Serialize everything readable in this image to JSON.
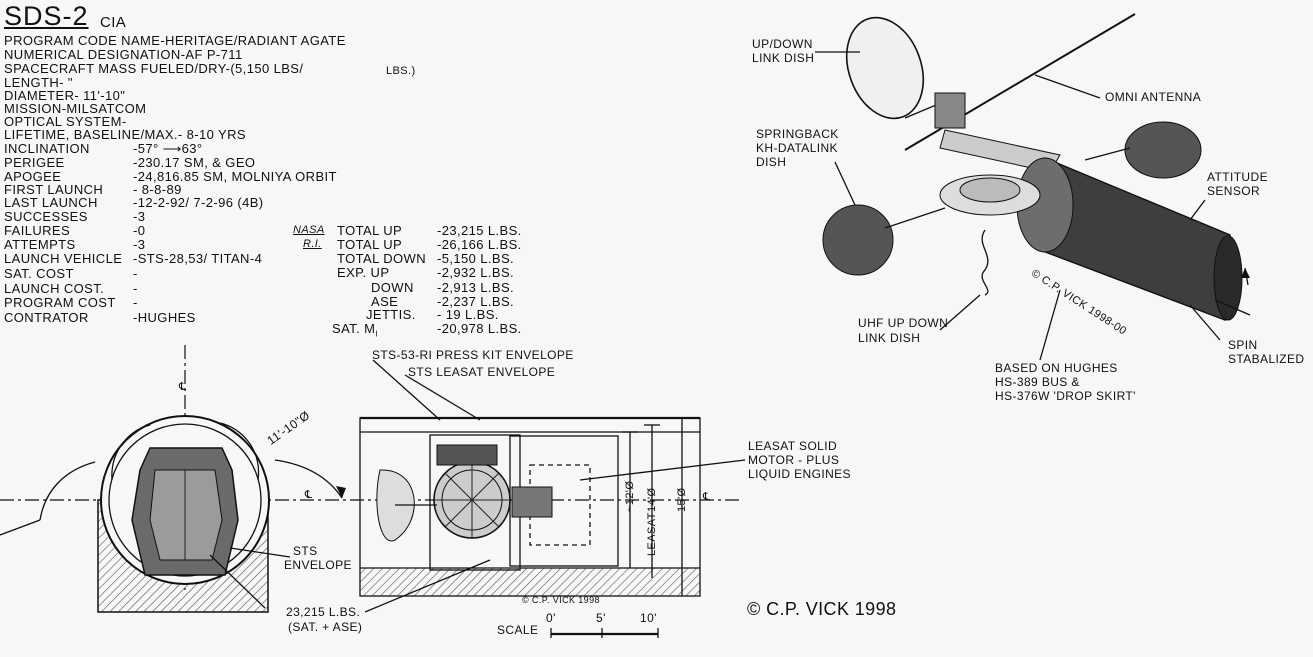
{
  "title": "SDS-2",
  "agency": "CIA",
  "specs": [
    {
      "label": "PROGRAM CODE NAME",
      "value": "-HERITAGE/RADIANT AGATE"
    },
    {
      "label": "NUMERICAL DESIGNATION",
      "value": "-AF P-711"
    },
    {
      "label": "SPACECRAFT MASS FUELED/DRY",
      "value": "-(5,150 LBS/",
      "extra": "LBS.)"
    },
    {
      "label": "LENGTH",
      "value": "- \""
    },
    {
      "label": "DIAMETER",
      "value": "- 11'-10\""
    },
    {
      "label": "MISSION",
      "value": "-MILSATCOM"
    },
    {
      "label": "OPTICAL SYSTEM",
      "value": "-"
    },
    {
      "label": "LIFETIME, BASELINE/MAX.",
      "value": "- 8-10 YRS"
    },
    {
      "label": "INCLINATION",
      "value": "-57° ⟶63°"
    },
    {
      "label": "PERIGEE",
      "value": "-230.17 SM, & GEO"
    },
    {
      "label": "APOGEE",
      "value": "-24,816.85 SM, MOLNIYA ORBIT"
    },
    {
      "label": "FIRST LAUNCH",
      "value": "- 8-8-89"
    },
    {
      "label": "LAST LAUNCH",
      "value": "-12-2-92/ 7-2-96 (4B)"
    },
    {
      "label": "SUCCESSES",
      "value": "-3"
    },
    {
      "label": "FAILURES",
      "value": "-0"
    },
    {
      "label": "ATTEMPTS",
      "value": "-3"
    },
    {
      "label": "LAUNCH VEHICLE",
      "value": "-STS-28,53/ TITAN-4"
    },
    {
      "label": "SAT. COST",
      "value": "-"
    },
    {
      "label": "LAUNCH COST.",
      "value": "-"
    },
    {
      "label": "PROGRAM COST",
      "value": "-"
    },
    {
      "label": "CONTRATOR",
      "value": "-HUGHES"
    }
  ],
  "mass_table": {
    "nasa_tag": "NASA",
    "ri_tag": "R.I.",
    "rows": [
      {
        "label": "TOTAL UP",
        "value": "-23,215 L.BS."
      },
      {
        "label": "TOTAL UP",
        "value": "-26,166 L.BS."
      },
      {
        "label": "TOTAL DOWN",
        "value": "-5,150 L.BS."
      },
      {
        "label": "EXP. UP",
        "value": "-2,932 L.BS."
      },
      {
        "label": "DOWN",
        "value": "-2,913 L.BS."
      },
      {
        "label": "ASE",
        "value": "-2,237 L.BS."
      },
      {
        "label": "JETTIS.",
        "value": "- 19 L.BS."
      },
      {
        "label": "SAT. M",
        "sub": "I",
        "value": "-20,978 L.BS."
      }
    ]
  },
  "callouts": {
    "updown": [
      "UP/DOWN",
      "LINK DISH"
    ],
    "omni": "OMNI ANTENNA",
    "springback": [
      "SPRINGBACK",
      "KH-DATALINK",
      "DISH"
    ],
    "attitude": [
      "ATTITUDE",
      "SENSOR"
    ],
    "uhf": [
      "UHF UP DOWN",
      "LINK DISH"
    ],
    "spin": [
      "SPIN",
      "STABALIZED"
    ],
    "based": [
      "BASED ON HUGHES",
      "HS-389 BUS &",
      "HS-376W 'DROP SKIRT'"
    ],
    "press_kit": "STS-53-RI PRESS KIT ENVELOPE",
    "leasat_env": "STS LEASAT ENVELOPE",
    "leasat_motor": [
      "LEASAT SOLID",
      "MOTOR - PLUS",
      "LIQUID ENGINES"
    ],
    "sts_env": [
      "STS",
      "ENVELOPE"
    ],
    "mass_note": [
      "23,215 L.BS.",
      "(SAT. + ASE)"
    ],
    "dia_label": "11'-10\"Ø",
    "d12": "~12'Ø",
    "d14": "14'Ø",
    "d15": "15'Ø",
    "leasat_vert": "LEASAT",
    "cl": "℄",
    "stamp": "© C.P. VICK 1998",
    "watermark": "© C.P. VICK 1998-00"
  },
  "scale": {
    "label": "SCALE",
    "ticks": [
      "0'",
      "5'",
      "10'"
    ]
  },
  "copyright": "© C.P. VICK 1998"
}
